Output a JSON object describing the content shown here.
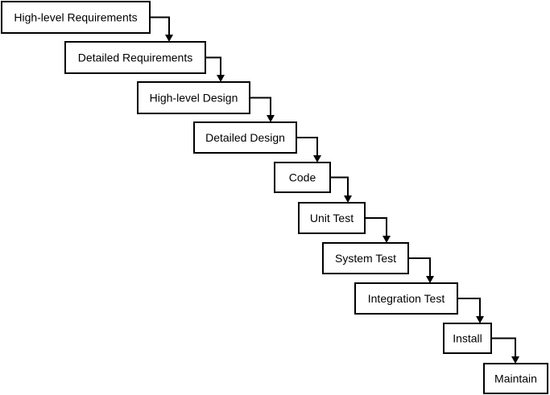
{
  "diagram": {
    "type": "waterfall-process",
    "stages": [
      {
        "label": "High-level Requirements"
      },
      {
        "label": "Detailed Requirements"
      },
      {
        "label": "High-level Design"
      },
      {
        "label": "Detailed Design"
      },
      {
        "label": "Code"
      },
      {
        "label": "Unit Test"
      },
      {
        "label": "System Test"
      },
      {
        "label": "Integration Test"
      },
      {
        "label": "Install"
      },
      {
        "label": "Maintain"
      }
    ],
    "connections": [
      {
        "from": "High-level Requirements",
        "to": "Detailed Requirements"
      },
      {
        "from": "Detailed Requirements",
        "to": "High-level Design"
      },
      {
        "from": "High-level Design",
        "to": "Detailed Design"
      },
      {
        "from": "Detailed Design",
        "to": "Code"
      },
      {
        "from": "Code",
        "to": "Unit Test"
      },
      {
        "from": "Unit Test",
        "to": "System Test"
      },
      {
        "from": "System Test",
        "to": "Integration Test"
      },
      {
        "from": "Integration Test",
        "to": "Install"
      },
      {
        "from": "Install",
        "to": "Maintain"
      }
    ],
    "colors": {
      "box_fill": "#ffffff",
      "stroke": "#000000",
      "text": "#000000"
    }
  }
}
